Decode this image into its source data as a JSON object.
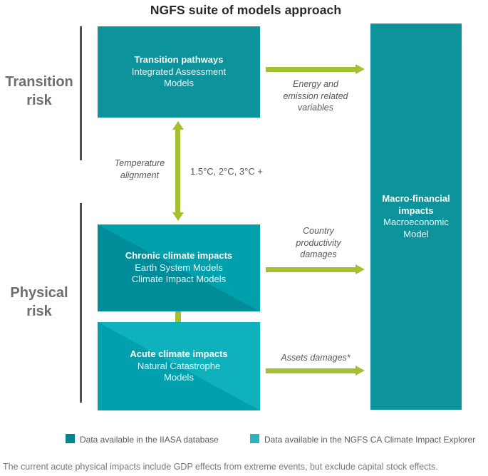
{
  "title": "NGFS suite of models approach",
  "labels": {
    "transition_risk": "Transition\nrisk",
    "physical_risk": "Physical\nrisk"
  },
  "boxes": {
    "transition": {
      "title": "Transition pathways",
      "subtitle": "Integrated Assessment\nModels"
    },
    "chronic": {
      "title": "Chronic climate impacts",
      "subtitle": "Earth System Models\nClimate Impact Models"
    },
    "acute": {
      "title": "Acute climate impacts",
      "subtitle": "Natural Catastrophe\nModels"
    },
    "macro": {
      "title": "Macro-financial\nimpacts",
      "subtitle": "Macroeconomic\nModel"
    }
  },
  "flow_labels": {
    "energy": "Energy and\nemission related\nvariables",
    "temperature": "Temperature\nalignment",
    "temperature_values": "1.5°C, 2°C, 3°C +",
    "country": "Country\nproductivity\ndamages",
    "assets": "Assets damages*"
  },
  "legend": {
    "items": [
      {
        "swatch_color": "#00858e",
        "label": "Data available in the IIASA database"
      },
      {
        "swatch_color": "#2cb4be",
        "label": "Data available in the NGFS CA Climate Impact Explorer"
      }
    ]
  },
  "footnote": "The current acute physical impacts include GDP effects from extreme events, but exclude capital stock effects.",
  "colors": {
    "arrow_green": "#a4c130",
    "box_teal_dark": "#0d939c",
    "chronic_light": "#00a1ad",
    "chronic_dark": "#008d99",
    "acute_light": "#0fb1bd",
    "acute_dark": "#00a0ad",
    "risk_label_gray": "#6d6e71",
    "flow_label_gray": "#57585a",
    "rule_gray": "#4f5052"
  }
}
